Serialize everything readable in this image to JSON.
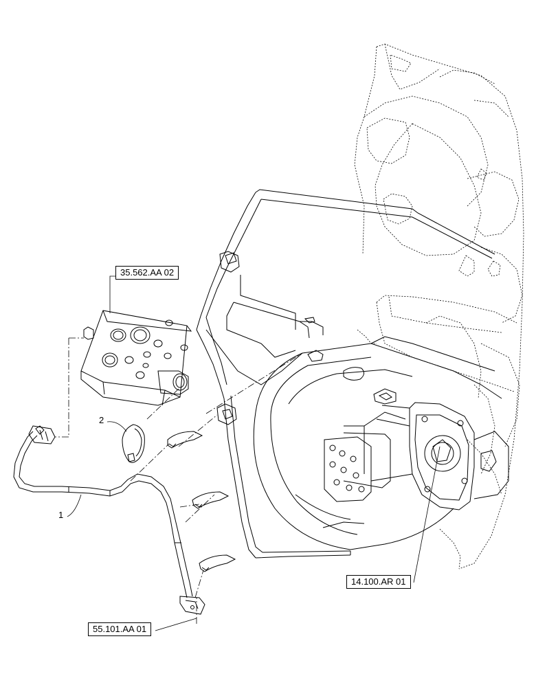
{
  "references": {
    "valve_block": "35.562.AA 02",
    "connector": "55.101.AA 01",
    "pump": "14.100.AR 01"
  },
  "items": {
    "harness": "1",
    "cable_tie": "2"
  }
}
